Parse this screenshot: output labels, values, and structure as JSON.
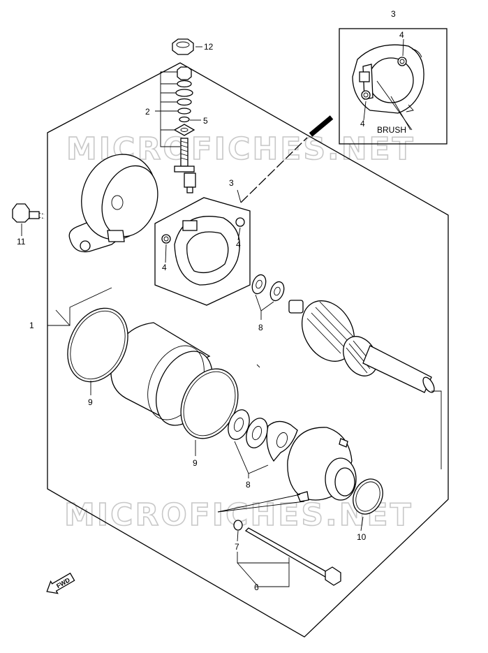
{
  "watermark": "MICROFICHES.NET",
  "inset": {
    "brush_label": "BRUSH"
  },
  "callouts": {
    "c1": "1",
    "c2": "2",
    "c3_main": "3",
    "c3_inset": "3",
    "c4_inset_top": "4",
    "c4_inset_left": "4",
    "c4_main_right": "4",
    "c4_main_left": "4",
    "c5": "5",
    "c6": "6",
    "c7": "7",
    "c8_upper": "8",
    "c8_lower": "8",
    "c9_left": "9",
    "c9_right": "9",
    "c10": "10",
    "c11": "11",
    "c12": "12"
  },
  "fwd_arrow": {
    "label": "FWD",
    "icon": "fwd-arrow-icon"
  }
}
